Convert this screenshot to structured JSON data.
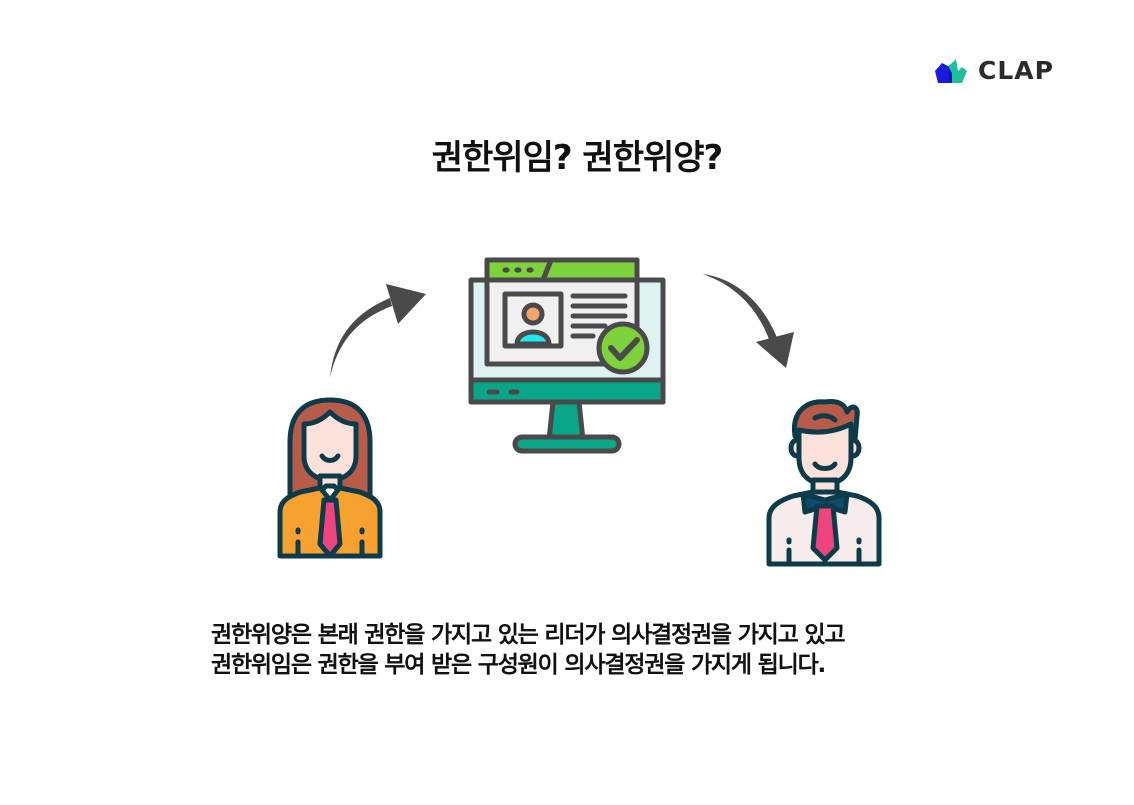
{
  "brand": {
    "name": "CLAP",
    "colors": {
      "blue": "#1a1adf",
      "teal": "#1cc0a0",
      "text": "#2b2b2b"
    }
  },
  "title": "권한위임? 권한위양?",
  "illustration": {
    "left_person": "woman-manager",
    "center": "monitor-with-approved-profile",
    "right_person": "man-employee",
    "arrows": [
      "curved-arrow-up-right",
      "curved-arrow-down-right"
    ],
    "colors": {
      "outline": "#0e3b4a",
      "monitor_outline": "#4a4a4a",
      "green": "#7ed23c",
      "teal": "#0aa68a",
      "screen_bg": "#dff2f2",
      "orange_shirt": "#f7a130",
      "tie": "#f0447e",
      "hair": "#b85c4a",
      "skin": "#fde2dc",
      "arrow": "#4a4a4a"
    }
  },
  "caption": {
    "line1": "권한위양은 본래 권한을 가지고 있는 리더가 의사결정권을 가지고 있고",
    "line2": "권한위임은 권한을 부여 받은 구성원이 의사결정권을 가지게 됩니다."
  }
}
